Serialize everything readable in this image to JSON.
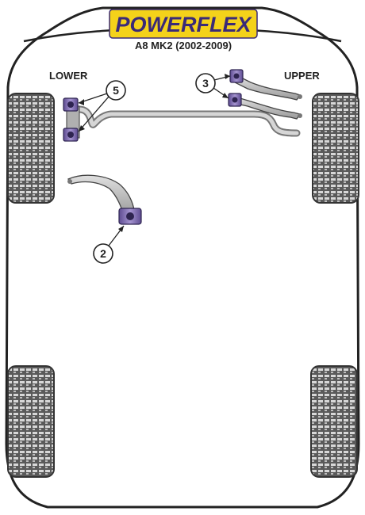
{
  "header": {
    "brand": "POWERFLEX",
    "subtitle": "A8 MK2 (2002-2009)"
  },
  "labels": {
    "lower": "LOWER",
    "upper": "UPPER"
  },
  "callouts": {
    "part_5": "5",
    "part_3": "3",
    "part_2": "2"
  },
  "colors": {
    "brand_yellow": "#f4d21a",
    "brand_text": "#3a2a78",
    "bush_purple": "#8a78b8",
    "bush_dark": "#4a3a7a",
    "component_grey": "#b8b8b8",
    "tyre_dark": "#444444"
  }
}
